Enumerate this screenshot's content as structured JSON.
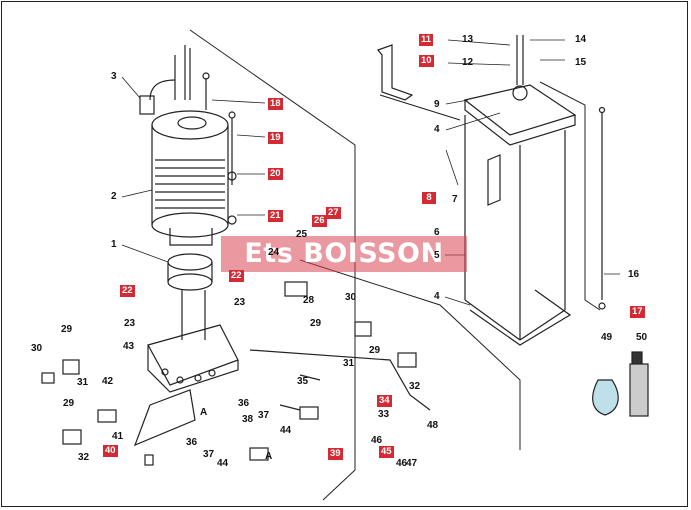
{
  "watermark": "Ets BOISSON",
  "callouts": [
    {
      "id": "c3",
      "text": "3"
    },
    {
      "id": "c2",
      "text": "2"
    },
    {
      "id": "c1",
      "text": "1"
    },
    {
      "id": "c24",
      "text": "24"
    },
    {
      "id": "c25",
      "text": "25"
    },
    {
      "id": "c23a",
      "text": "23"
    },
    {
      "id": "c23b",
      "text": "23"
    },
    {
      "id": "c43",
      "text": "43"
    },
    {
      "id": "c29a",
      "text": "29"
    },
    {
      "id": "c30a",
      "text": "30"
    },
    {
      "id": "c31a",
      "text": "31"
    },
    {
      "id": "c42",
      "text": "42"
    },
    {
      "id": "c29b",
      "text": "29"
    },
    {
      "id": "c41",
      "text": "41"
    },
    {
      "id": "c32a",
      "text": "32"
    },
    {
      "id": "c28",
      "text": "28"
    },
    {
      "id": "c30b",
      "text": "30"
    },
    {
      "id": "c29c",
      "text": "29"
    },
    {
      "id": "c31b",
      "text": "31"
    },
    {
      "id": "c29d",
      "text": "29"
    },
    {
      "id": "c32b",
      "text": "32"
    },
    {
      "id": "c35",
      "text": "35"
    },
    {
      "id": "c36a",
      "text": "36"
    },
    {
      "id": "c37a",
      "text": "37"
    },
    {
      "id": "c44a",
      "text": "44"
    },
    {
      "id": "c38",
      "text": "38"
    },
    {
      "id": "c36b",
      "text": "36"
    },
    {
      "id": "c37b",
      "text": "37"
    },
    {
      "id": "c44b",
      "text": "44"
    },
    {
      "id": "cA1",
      "text": "A"
    },
    {
      "id": "cA2",
      "text": "A"
    },
    {
      "id": "c33",
      "text": "33"
    },
    {
      "id": "c48",
      "text": "48"
    },
    {
      "id": "c46a",
      "text": "46"
    },
    {
      "id": "c46b",
      "text": "46"
    },
    {
      "id": "c47",
      "text": "47"
    },
    {
      "id": "c13",
      "text": "13"
    },
    {
      "id": "c14",
      "text": "14"
    },
    {
      "id": "c12",
      "text": "12"
    },
    {
      "id": "c15",
      "text": "15"
    },
    {
      "id": "c9",
      "text": "9"
    },
    {
      "id": "c4a",
      "text": "4"
    },
    {
      "id": "c7",
      "text": "7"
    },
    {
      "id": "c6",
      "text": "6"
    },
    {
      "id": "c5",
      "text": "5"
    },
    {
      "id": "c4b",
      "text": "4"
    },
    {
      "id": "c16",
      "text": "16"
    },
    {
      "id": "c49",
      "text": "49"
    },
    {
      "id": "c50",
      "text": "50"
    }
  ],
  "red_tags": [
    {
      "id": "t11",
      "text": "11"
    },
    {
      "id": "t10",
      "text": "10"
    },
    {
      "id": "t18",
      "text": "18"
    },
    {
      "id": "t19",
      "text": "19"
    },
    {
      "id": "t20",
      "text": "20"
    },
    {
      "id": "t21",
      "text": "21"
    },
    {
      "id": "t26",
      "text": "26"
    },
    {
      "id": "t27",
      "text": "27"
    },
    {
      "id": "t22a",
      "text": "22"
    },
    {
      "id": "t22b",
      "text": "22"
    },
    {
      "id": "t8",
      "text": "8"
    },
    {
      "id": "t17",
      "text": "17"
    },
    {
      "id": "t34",
      "text": "34"
    },
    {
      "id": "t45",
      "text": "45"
    },
    {
      "id": "t40",
      "text": "40"
    },
    {
      "id": "t39",
      "text": "39"
    }
  ]
}
